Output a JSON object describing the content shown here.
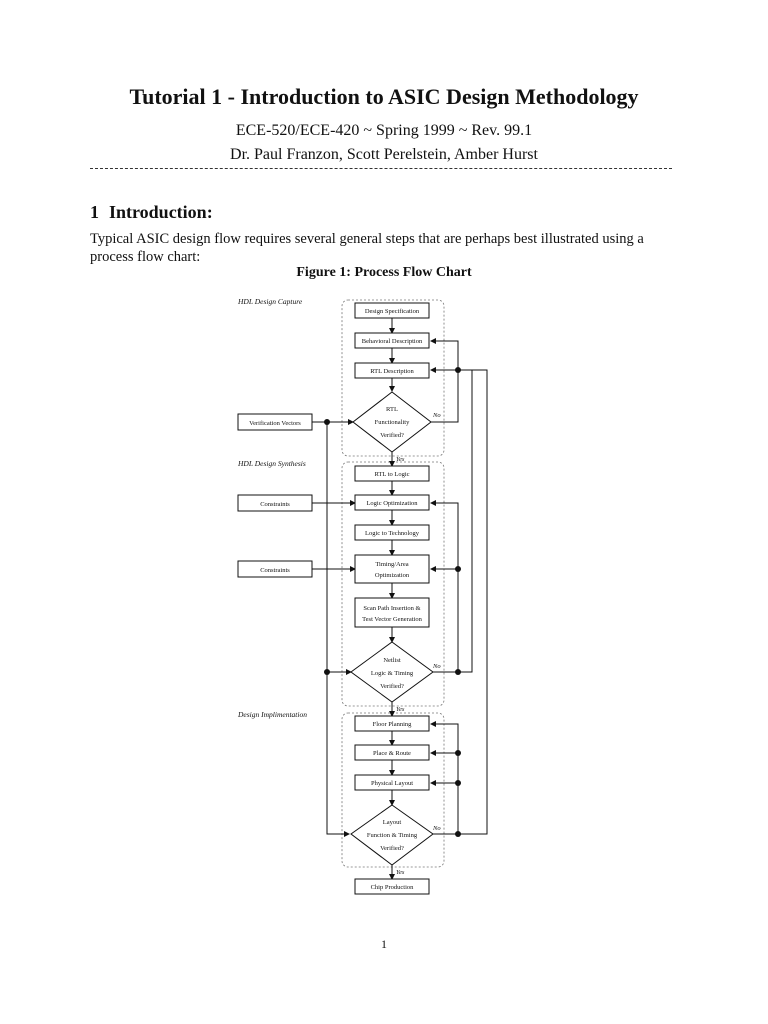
{
  "document": {
    "title": "Tutorial 1 - Introduction to ASIC Design Methodology",
    "subtitle_course": "ECE-520/ECE-420 ~ Spring 1999 ~ Rev. 99.1",
    "subtitle_authors": "Dr. Paul Franzon, Scott Perelstein, Amber Hurst",
    "section": {
      "number": "1",
      "title": "Introduction:",
      "body": "Typical ASIC design flow requires several general steps that are perhaps best illustrated using a process flow chart:"
    },
    "figure_caption": "Figure 1: Process Flow Chart",
    "page_number": "1"
  },
  "flowchart": {
    "groups": {
      "capture": "HDL Design Capture",
      "synthesis": "HDL Design Synthesis",
      "implementation": "Design Implimentation"
    },
    "boxes": {
      "design_spec": "Design Specification",
      "behavioral": "Behavioral Description",
      "rtl": "RTL Description",
      "rtl_to_logic": "RTL to Logic",
      "logic_opt": "Logic Optimization",
      "logic_to_tech": "Logic to Technology",
      "timing_area_1": "Timing/Area",
      "timing_area_2": "Optimization",
      "scan_1": "Scan Path Insertion &",
      "scan_2": "Test Vector Generation",
      "floor": "Floor Planning",
      "place_route": "Place & Route",
      "physical": "Physical Layout",
      "chip": "Chip Production"
    },
    "inputs": {
      "verification_vectors": "Verification Vectors",
      "constraints_1": "Constraints",
      "constraints_2": "Constraints"
    },
    "decisions": {
      "rtl_1": "RTL",
      "rtl_2": "Functionality",
      "rtl_3": "Verified?",
      "netlist_1": "Netlist",
      "netlist_2": "Logic & Timing",
      "netlist_3": "Verified?",
      "layout_1": "Layout",
      "layout_2": "Function & Timing",
      "layout_3": "Verified?"
    },
    "branch_labels": {
      "yes": "Yes",
      "no": "No"
    }
  }
}
